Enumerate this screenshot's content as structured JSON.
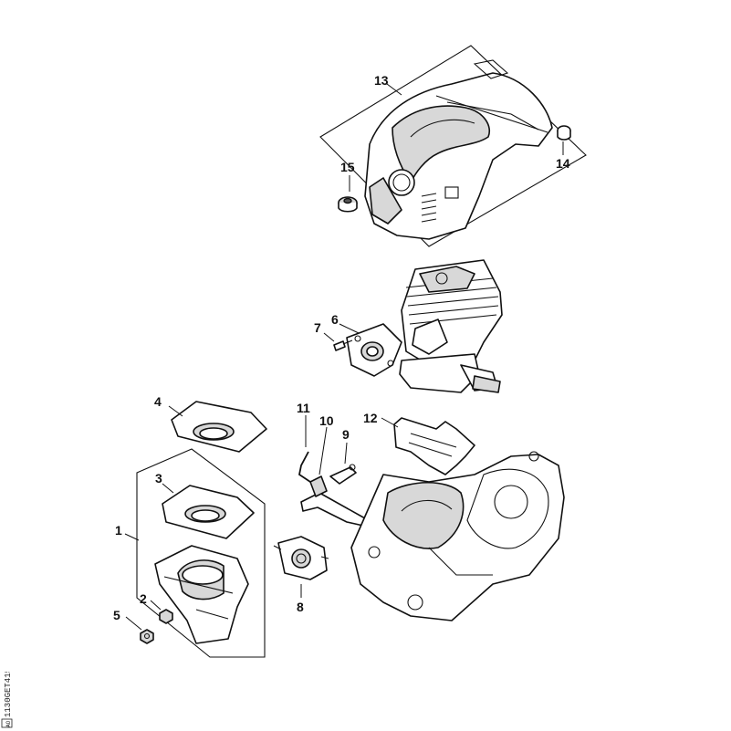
{
  "diagram": {
    "callouts": [
      {
        "id": "13",
        "text": "13"
      },
      {
        "id": "14",
        "text": "14"
      },
      {
        "id": "15",
        "text": "15"
      },
      {
        "id": "6",
        "text": "6"
      },
      {
        "id": "7",
        "text": "7"
      },
      {
        "id": "4",
        "text": "4"
      },
      {
        "id": "11",
        "text": "11"
      },
      {
        "id": "10",
        "text": "10"
      },
      {
        "id": "9",
        "text": "9"
      },
      {
        "id": "12",
        "text": "12"
      },
      {
        "id": "3",
        "text": "3"
      },
      {
        "id": "1",
        "text": "1"
      },
      {
        "id": "2",
        "text": "2"
      },
      {
        "id": "5",
        "text": "5"
      },
      {
        "id": "8",
        "text": "8"
      }
    ],
    "drawing_code": "1130GET4152",
    "drawing_code_suffix": "AO"
  }
}
